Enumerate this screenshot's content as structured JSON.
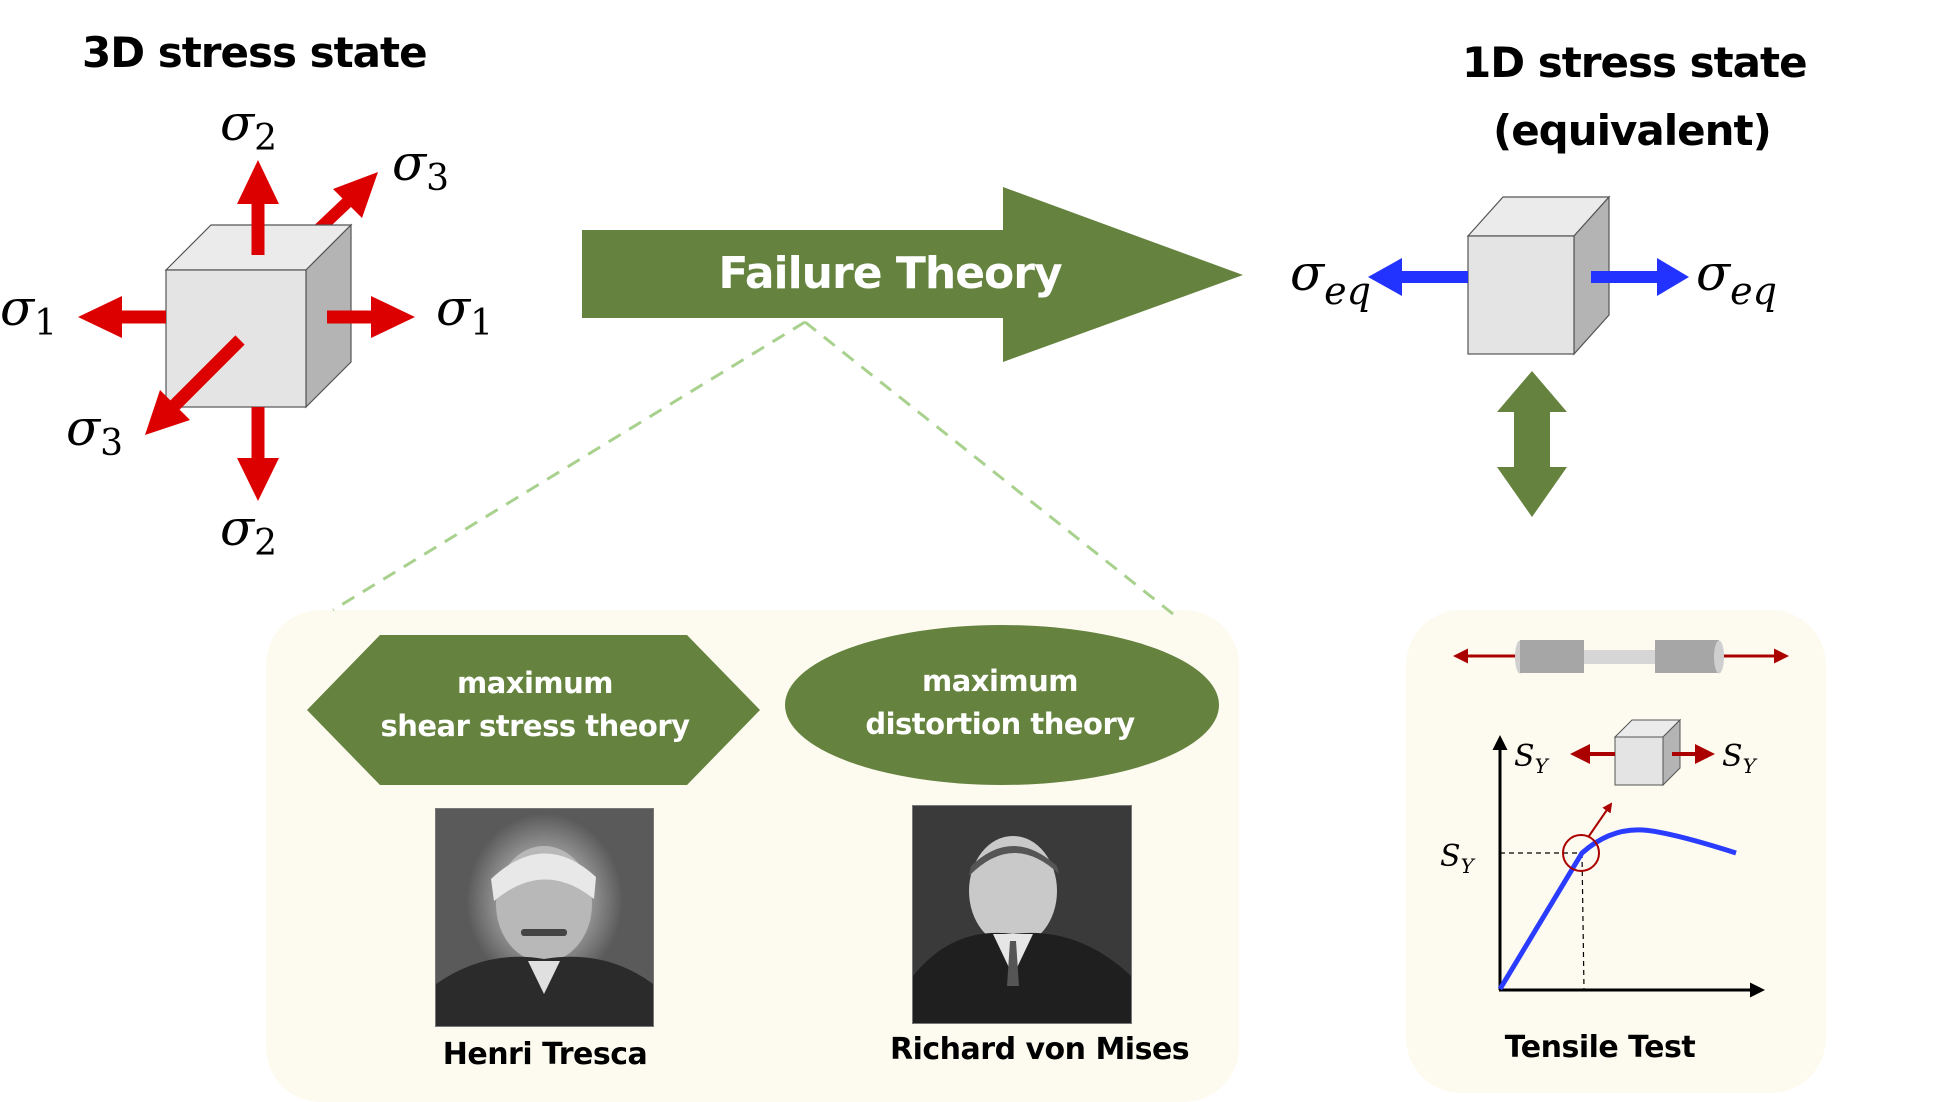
{
  "left_section": {
    "title": "3D stress state",
    "labels": {
      "sigma2_top": {
        "base": "σ",
        "sub": "2"
      },
      "sigma3_top": {
        "base": "σ",
        "sub": "3"
      },
      "sigma1_left": {
        "base": "σ",
        "sub": "1"
      },
      "sigma1_right": {
        "base": "σ",
        "sub": "1"
      },
      "sigma3_bottom": {
        "base": "σ",
        "sub": "3"
      },
      "sigma2_bottom": {
        "base": "σ",
        "sub": "2"
      }
    }
  },
  "center": {
    "arrow_label": "Failure Theory",
    "theories": [
      {
        "shape": "hexagon",
        "line1": "maximum",
        "line2": "shear stress theory",
        "person": "Henri Tresca"
      },
      {
        "shape": "ellipse",
        "line1": "maximum",
        "line2": "distortion theory",
        "person": "Richard von Mises"
      }
    ]
  },
  "right_section": {
    "title_line1": "1D stress state",
    "title_line2": "(equivalent)",
    "labels": {
      "left": {
        "base": "σ",
        "sub": "eq"
      },
      "right": {
        "base": "σ",
        "sub": "eq"
      }
    },
    "tensile_test": {
      "caption": "Tensile Test",
      "yield_label": {
        "base": "S",
        "sub": "Y"
      },
      "cube_left": {
        "base": "S",
        "sub": "Y"
      },
      "cube_right": {
        "base": "S",
        "sub": "Y"
      }
    }
  },
  "colors": {
    "green": "#65823f",
    "dashed_green": "#a9d18e",
    "red": "#dd0000",
    "dark_red": "#aa0000",
    "blue": "#2233ff",
    "curve_blue": "#2a3cff",
    "panel_bg": "#fdfbf0",
    "cube_front": "#e4e4e4",
    "cube_top": "#ebebeb",
    "cube_side": "#b4b4b4"
  }
}
